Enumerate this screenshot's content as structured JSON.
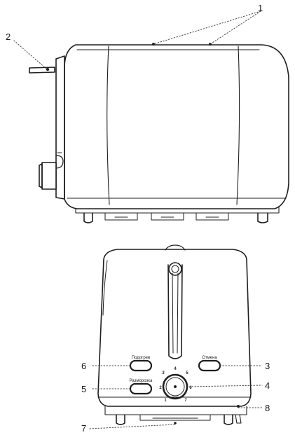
{
  "callouts": {
    "c1": "1",
    "c2": "2",
    "c3": "3",
    "c4": "4",
    "c5": "5",
    "c6": "6",
    "c7": "7",
    "c8": "8"
  },
  "buttons": {
    "reheat": "Подогрев",
    "defrost": "Разморозка",
    "cancel": "Отмена"
  },
  "dial_numbers": [
    "1",
    "2",
    "3",
    "4",
    "5",
    "6",
    "7"
  ]
}
